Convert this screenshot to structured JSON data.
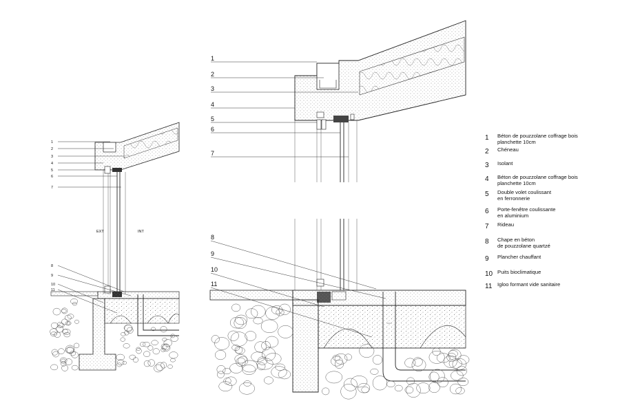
{
  "detail_small": {
    "callouts": [
      "1",
      "2",
      "3",
      "4",
      "5",
      "6",
      "7",
      "8",
      "9",
      "10",
      "11"
    ],
    "ext_label": "EXT",
    "int_label": "INT"
  },
  "detail_large": {
    "callouts": [
      "1",
      "2",
      "3",
      "4",
      "5",
      "6",
      "7",
      "8",
      "9",
      "10",
      "11"
    ]
  },
  "legend": [
    {
      "num": "1",
      "lines": [
        "Béton de pouzzolane coffrage bois",
        "planchette 10cm"
      ]
    },
    {
      "num": "2",
      "lines": [
        "Chéneau"
      ]
    },
    {
      "num": "3",
      "lines": [
        "Isolant"
      ]
    },
    {
      "num": "4",
      "lines": [
        "Béton de pouzzolane coffrage bois",
        "planchette 10cm"
      ]
    },
    {
      "num": "5",
      "lines": [
        "Double volet coulissant",
        "en ferronnerie"
      ]
    },
    {
      "num": "6",
      "lines": [
        "Porte-fenêtre coulissante",
        "en aluminium"
      ]
    },
    {
      "num": "7",
      "lines": [
        "Rideau"
      ]
    },
    {
      "num": "8",
      "lines": [
        "Chape en béton",
        "de pouzzolane quartzé"
      ]
    },
    {
      "num": "9",
      "lines": [
        "Plancher chauffant"
      ]
    },
    {
      "num": "10",
      "lines": [
        "Puits bioclimatique"
      ]
    },
    {
      "num": "11",
      "lines": [
        "Igloo formant vide sanitaire"
      ]
    }
  ]
}
